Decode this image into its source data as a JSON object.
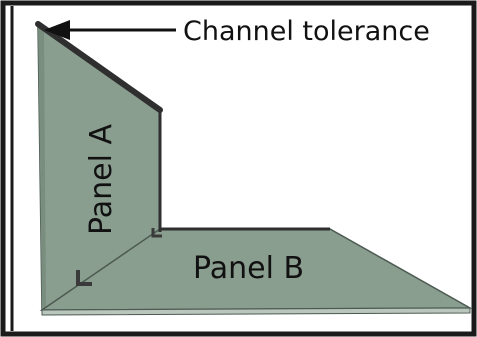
{
  "annotation": {
    "text": "Channel tolerance"
  },
  "panels": {
    "panel_a": {
      "label": "Panel A"
    },
    "panel_b": {
      "label": "Panel B"
    }
  },
  "colors": {
    "panel_fill": "#8a9e90",
    "panel_fill_light": "#9aaea0",
    "panel_edge": "#4c5a52",
    "channel": "#2f2f2f",
    "border": "#1a1a1a"
  }
}
